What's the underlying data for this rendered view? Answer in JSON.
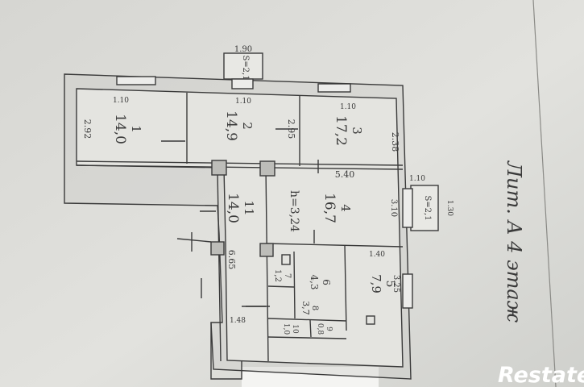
{
  "floor_plan": {
    "note": "Лит. А 4 этаж",
    "rooms": [
      {
        "id": "1",
        "area": "14,0"
      },
      {
        "id": "2",
        "area": "14,9"
      },
      {
        "id": "3",
        "area": "17,2"
      },
      {
        "id": "4",
        "area": "16,7"
      },
      {
        "id": "5",
        "area": "7,9"
      },
      {
        "id": "6",
        "area": "4,3"
      },
      {
        "id": "7",
        "area": "1,2"
      },
      {
        "id": "8",
        "area": "3,7"
      },
      {
        "id": "9",
        "area": "0,8"
      },
      {
        "id": "10",
        "area": "1,0"
      },
      {
        "id": "11",
        "area": "14,0"
      }
    ],
    "height_label": "h=3,24",
    "dimensions": {
      "w292": "2.92",
      "w295": "2.95",
      "w238": "2.38",
      "w540": "5.40",
      "w310": "3.10",
      "w665": "6.65",
      "w325": "3.25",
      "w110a": "1.10",
      "w110b": "1.10",
      "w110c": "1.10",
      "w190": "1.90",
      "w130": "1.30",
      "w110d": "1.10",
      "w140": "1.40",
      "w48": "1.48"
    },
    "balconies": [
      {
        "id": "top",
        "label": "S=2,1"
      },
      {
        "id": "right",
        "label": "S=2,1"
      }
    ]
  },
  "watermark": {
    "text": "Restate",
    "color": "#ffffff"
  },
  "colors": {
    "paper": "#dcdcd8",
    "ink": "#3a3a3a",
    "wall": "#b8b8b4"
  }
}
